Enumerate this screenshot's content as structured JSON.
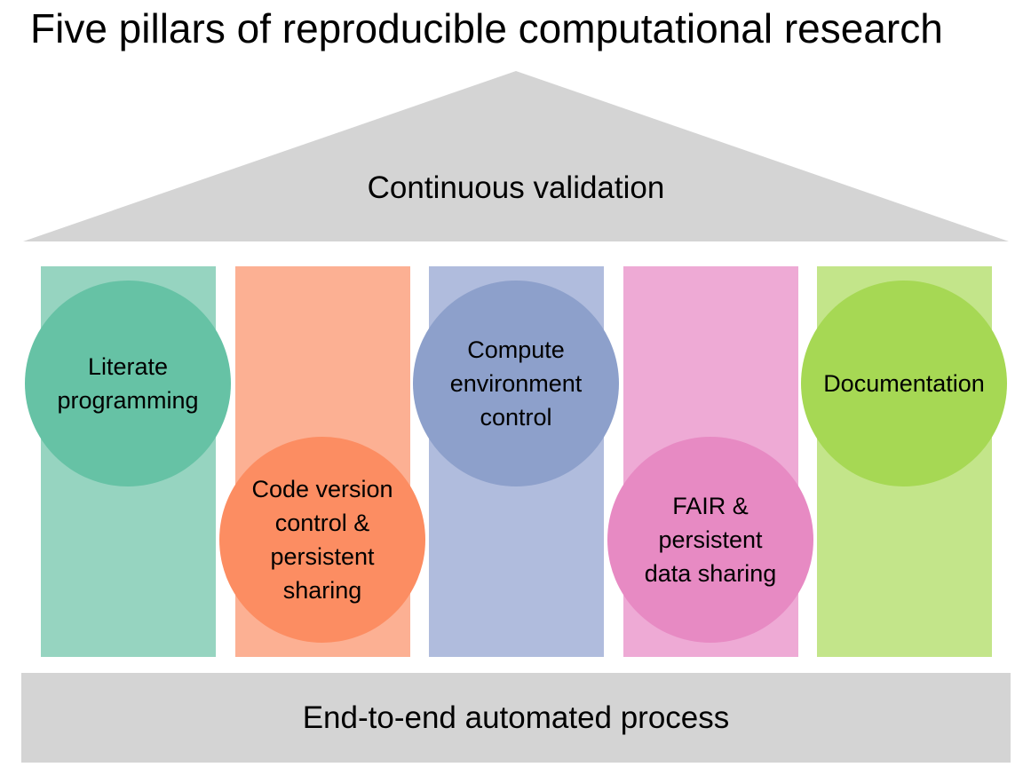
{
  "title": "Five pillars of reproducible computational research",
  "roof": {
    "label": "Continuous validation",
    "color": "#d4d4d4"
  },
  "base": {
    "label": "End-to-end automated process",
    "color": "#d4d4d4"
  },
  "pillars": [
    {
      "label_lines": [
        "Literate",
        "programming"
      ],
      "column_color": "#96d4c0",
      "circle_color": "#66c2a5"
    },
    {
      "label_lines": [
        "Code version",
        "control &",
        "persistent",
        "sharing"
      ],
      "column_color": "#fcb093",
      "circle_color": "#fc8d62"
    },
    {
      "label_lines": [
        "Compute",
        "environment",
        "control"
      ],
      "column_color": "#b0bcdd",
      "circle_color": "#8da0cb"
    },
    {
      "label_lines": [
        "FAIR &",
        "persistent",
        "data sharing"
      ],
      "column_color": "#eeaad5",
      "circle_color": "#e78ac3"
    },
    {
      "label_lines": [
        "Documentation"
      ],
      "column_color": "#c3e58a",
      "circle_color": "#a6d854"
    }
  ]
}
